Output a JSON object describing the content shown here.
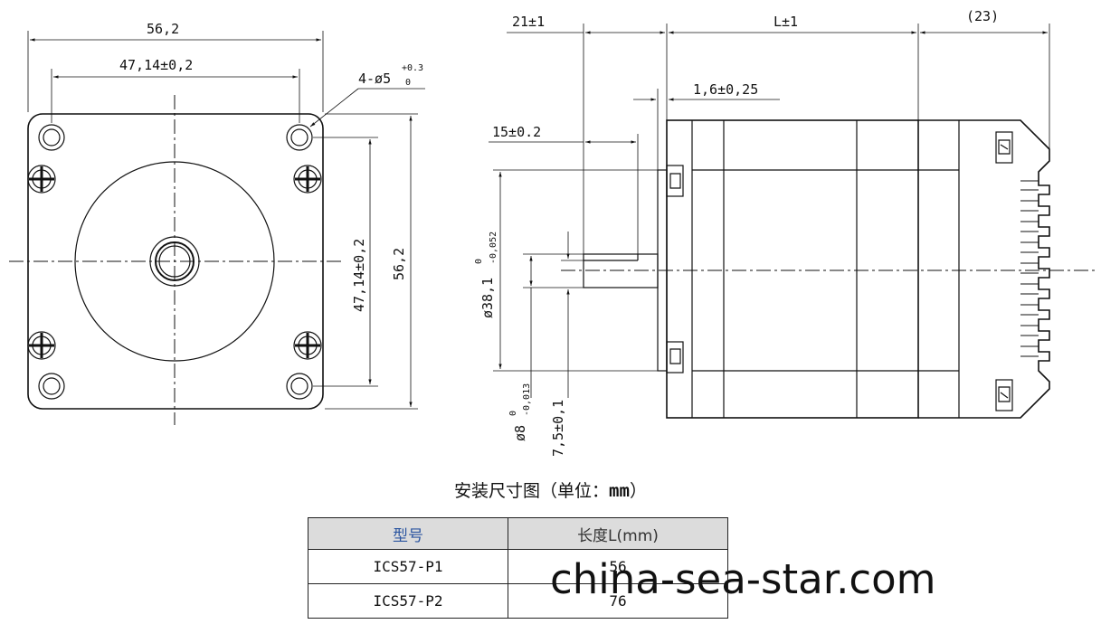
{
  "front_view": {
    "overall_width": "56,2",
    "hole_spacing_h": "47,14±0,2",
    "hole_spacing_v": "47,14±0,2",
    "overall_height": "56,2",
    "hole_spec_main": "4-ø5",
    "hole_spec_sup": "+0.3",
    "hole_spec_sub": "0"
  },
  "side_view": {
    "shaft_length": "21±1",
    "body_length": "L±1",
    "rear_length": "(23)",
    "flange_thickness": "1,6±0,25",
    "key_length": "15±0.2",
    "pilot_dia_main": "ø38,1",
    "pilot_dia_sup": "0",
    "pilot_dia_sub": "-0,052",
    "shaft_dia_main": "ø8",
    "shaft_dia_sup": "0",
    "shaft_dia_sub": "-0,013",
    "flat_dim": "7,5±0,1"
  },
  "caption": {
    "text": "安装尺寸图（单位：",
    "unit": "mm",
    "close": "）"
  },
  "table": {
    "headers": [
      "型号",
      "长度L(mm)"
    ],
    "rows": [
      [
        "ICS57-P1",
        "56"
      ],
      [
        "ICS57-P2",
        "76"
      ]
    ]
  },
  "watermark": "china-sea-star.com"
}
